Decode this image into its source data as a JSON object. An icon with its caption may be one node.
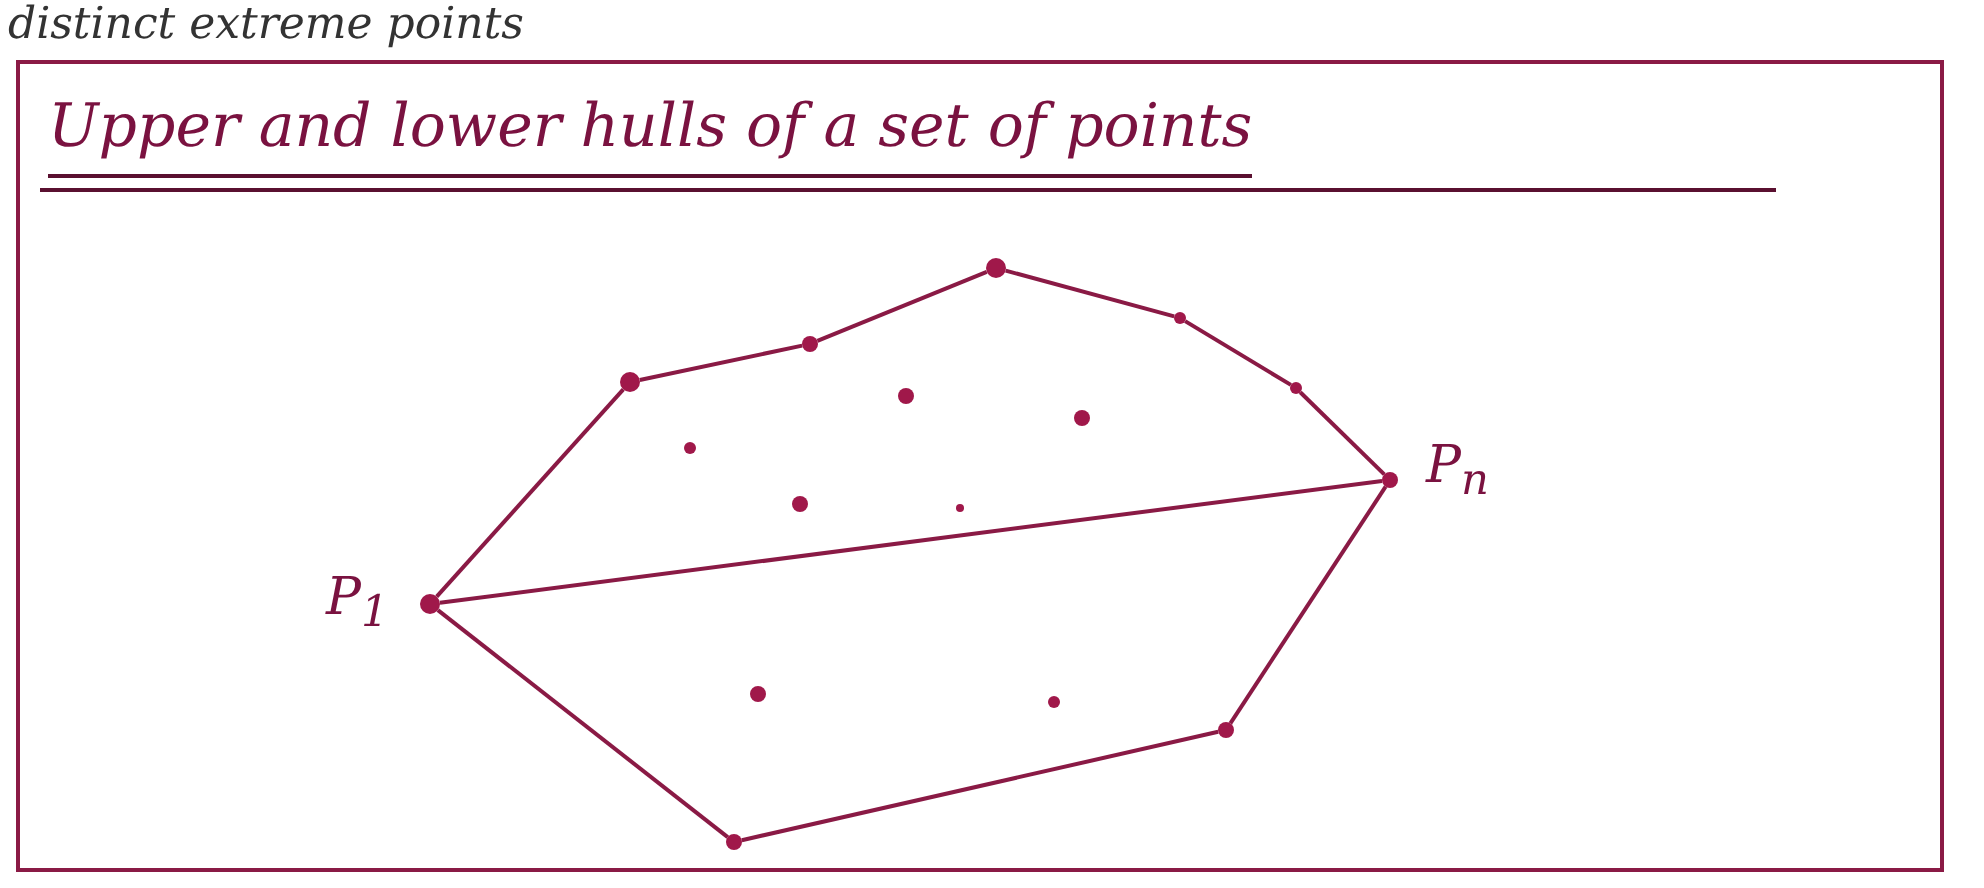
{
  "diagram": {
    "nodes": [
      {
        "text": [
          "Upper and lower hulls of a set of points"
        ]
      },
      {
        "text": [],
        "shape": "circle",
        "in": 0,
        "beside": [
          "P$_{1}$"
        ]
      },
      {
        "text": [],
        "shape": "circle",
        "in": 0
      },
      {
        "text": [],
        "shape": "circle",
        "in": 0
      },
      {
        "text": [],
        "shape": "circle",
        "in": 0
      },
      {
        "text": [],
        "shape": "circle",
        "in": 0
      },
      {
        "text": [],
        "shape": "circle",
        "in": 0
      },
      {
        "text": [],
        "shape": "circle",
        "in": 0
      },
      {
        "text": [],
        "shape": "circle",
        "in": 0
      },
      {
        "text": [],
        "shape": "circle",
        "in": 0
      },
      {
        "text": [],
        "shape": "circle",
        "in": 0
      },
      {
        "text": [],
        "shape": "circle",
        "in": 0
      },
      {
        "text": [],
        "shape": "circle",
        "in": 0
      },
      {
        "text": [],
        "shape": "circle",
        "in": 0
      },
      {
        "text": [],
        "shape": "circle",
        "in": 0
      },
      {
        "text": [],
        "shape": "circle",
        "in": 0
      },
      {
        "text": [],
        "shape": "circle",
        "in": 0,
        "beside": [
          "P$_{n}$"
        ]
      }
    ],
    "edges": [
      {
        "from": 1,
        "to": 2,
        "arrow": "none"
      },
      {
        "from": 2,
        "to": 7,
        "arrow": "none"
      },
      {
        "from": 7,
        "to": 10,
        "arrow": "none"
      },
      {
        "from": 10,
        "to": 13,
        "arrow": "none"
      },
      {
        "from": 13,
        "to": 15,
        "arrow": "none"
      },
      {
        "from": 15,
        "to": 16,
        "arrow": "none"
      },
      {
        "from": 16,
        "to": 14,
        "arrow": "none"
      },
      {
        "from": 14,
        "to": 4,
        "arrow": "none"
      },
      {
        "from": 4,
        "to": 1,
        "arrow": "none"
      },
      {
        "from": 1,
        "to": 16,
        "arrow": "none"
      }
    ],
    "labels": [
      "distinct extreme points"
    ]
  }
}
